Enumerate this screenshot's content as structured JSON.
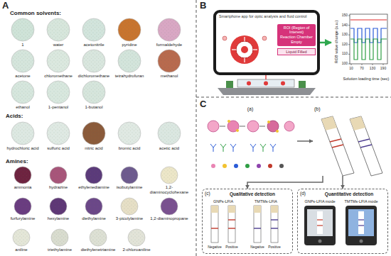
{
  "diagram": {
    "nodes": [
      {
        "text": [
          "1"
        ]
      },
      {
        "text": [
          "water"
        ]
      },
      {
        "text": [
          "acetonitrile"
        ]
      },
      {
        "text": [
          "pyridine"
        ]
      },
      {
        "text": [
          "formaldehyde"
        ]
      },
      {
        "text": [
          "acetone"
        ]
      },
      {
        "text": [
          "chloromethane"
        ]
      },
      {
        "text": [
          "dichloromethane"
        ]
      },
      {
        "text": [
          "tetrahydrofuran"
        ]
      },
      {
        "text": [
          "methanol"
        ]
      },
      {
        "text": [
          "ethanol"
        ]
      },
      {
        "text": [
          "1-pentanol"
        ]
      },
      {
        "text": [
          "1-butanol"
        ]
      },
      {
        "text": [
          "hydrochloric acid"
        ]
      },
      {
        "text": [
          "sulfuric acid"
        ]
      },
      {
        "text": [
          "nitric acid"
        ]
      },
      {
        "text": [
          "bromic acid"
        ]
      },
      {
        "text": [
          "acetic acid"
        ]
      },
      {
        "text": [
          "ammonia"
        ]
      },
      {
        "text": [
          "hydrazine"
        ]
      },
      {
        "text": [
          "ethylenediamine"
        ]
      },
      {
        "text": [
          "isobutylamine"
        ]
      },
      {
        "text": [
          "1,2-diaminocyclohexane"
        ]
      },
      {
        "text": [
          "furfurylamine"
        ]
      },
      {
        "text": [
          "hexylamine"
        ]
      },
      {
        "text": [
          "diethylamine"
        ]
      },
      {
        "text": [
          "3-picolylamine"
        ]
      },
      {
        "text": [
          "1,2-diaminopropane"
        ]
      },
      {
        "text": [
          "aniline"
        ]
      },
      {
        "text": [
          "triethylamine"
        ]
      },
      {
        "text": [
          "diethylenetriamine"
        ]
      },
      {
        "text": [
          "2-chloroaniline"
        ]
      },
      {
        "text": [
          "Smartphone app for optic analysis and fluid control"
        ]
      },
      {
        "text": [
          "ROI (Region of Interest)",
          "Reaction Chamber",
          "Empty"
        ],
        "in": 32
      },
      {
        "text": [
          "Liquid Filled"
        ],
        "in": 32
      },
      {
        "text": [
          "RGB value change (a.u.)",
          "Solution loading time (sec)"
        ]
      },
      {
        "text": [
          "(a)"
        ]
      },
      {
        "text": [
          "(b)"
        ]
      },
      {
        "text": [
          "(c)",
          "Qualitative detection",
          "GNPs-LFIA",
          "TMTMs-LFIA",
          "Negative",
          "Positive",
          "Negative",
          "Positive"
        ]
      },
      {
        "text": [
          "(d)",
          "Quantitative detection",
          "GNPs-LFIA mode",
          "TMTMs-LFIA mode"
        ]
      }
    ],
    "edges": [
      {
        "from": 32,
        "to": 35,
        "arrow": "to"
      },
      {
        "from": 36,
        "to": 37,
        "arrow": "to"
      },
      {
        "from": 37,
        "to": 38,
        "arrow": "to"
      },
      {
        "from": 37,
        "to": 39,
        "arrow": "to"
      }
    ],
    "labels": [
      "A",
      "Common solvents:",
      "Acids:",
      "Amines:",
      "B",
      "C",
      "150",
      "140",
      "130",
      "120",
      "110",
      "100",
      "10",
      "70",
      "130",
      "190"
    ]
  }
}
